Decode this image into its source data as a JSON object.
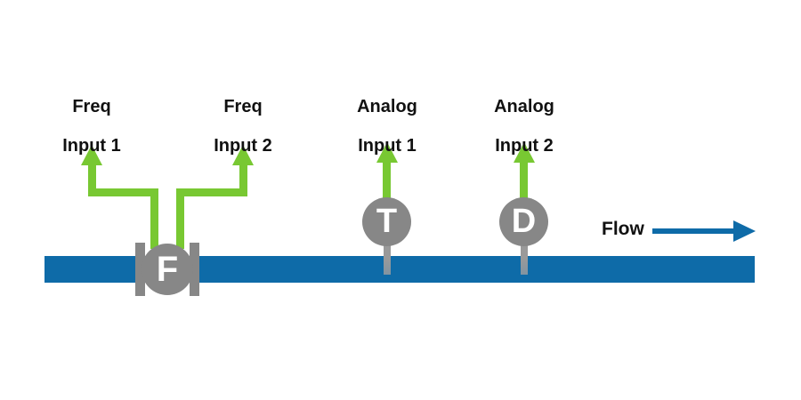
{
  "diagram": {
    "title_implicit": "Flow measurement pipeline diagram",
    "colors": {
      "pipe_blue": "#0e6ba8",
      "signal_green": "#78c832",
      "device_gray": "#878787",
      "label_black": "#111111"
    },
    "devices": {
      "flow_meter_letter": "F",
      "temperature_sensor_letter": "T",
      "density_sensor_letter": "D"
    },
    "labels": {
      "freq1": {
        "line1": "Freq",
        "line2": "Input 1"
      },
      "freq2": {
        "line1": "Freq",
        "line2": "Input 2"
      },
      "analog1": {
        "line1": "Analog",
        "line2": "Input 1"
      },
      "analog2": {
        "line1": "Analog",
        "line2": "Input 2"
      },
      "flow": "Flow"
    },
    "icons": [
      "freq-input-1-arrow-icon",
      "freq-input-2-arrow-icon",
      "analog-input-1-arrow-icon",
      "analog-input-2-arrow-icon",
      "flow-direction-arrow-icon"
    ]
  }
}
